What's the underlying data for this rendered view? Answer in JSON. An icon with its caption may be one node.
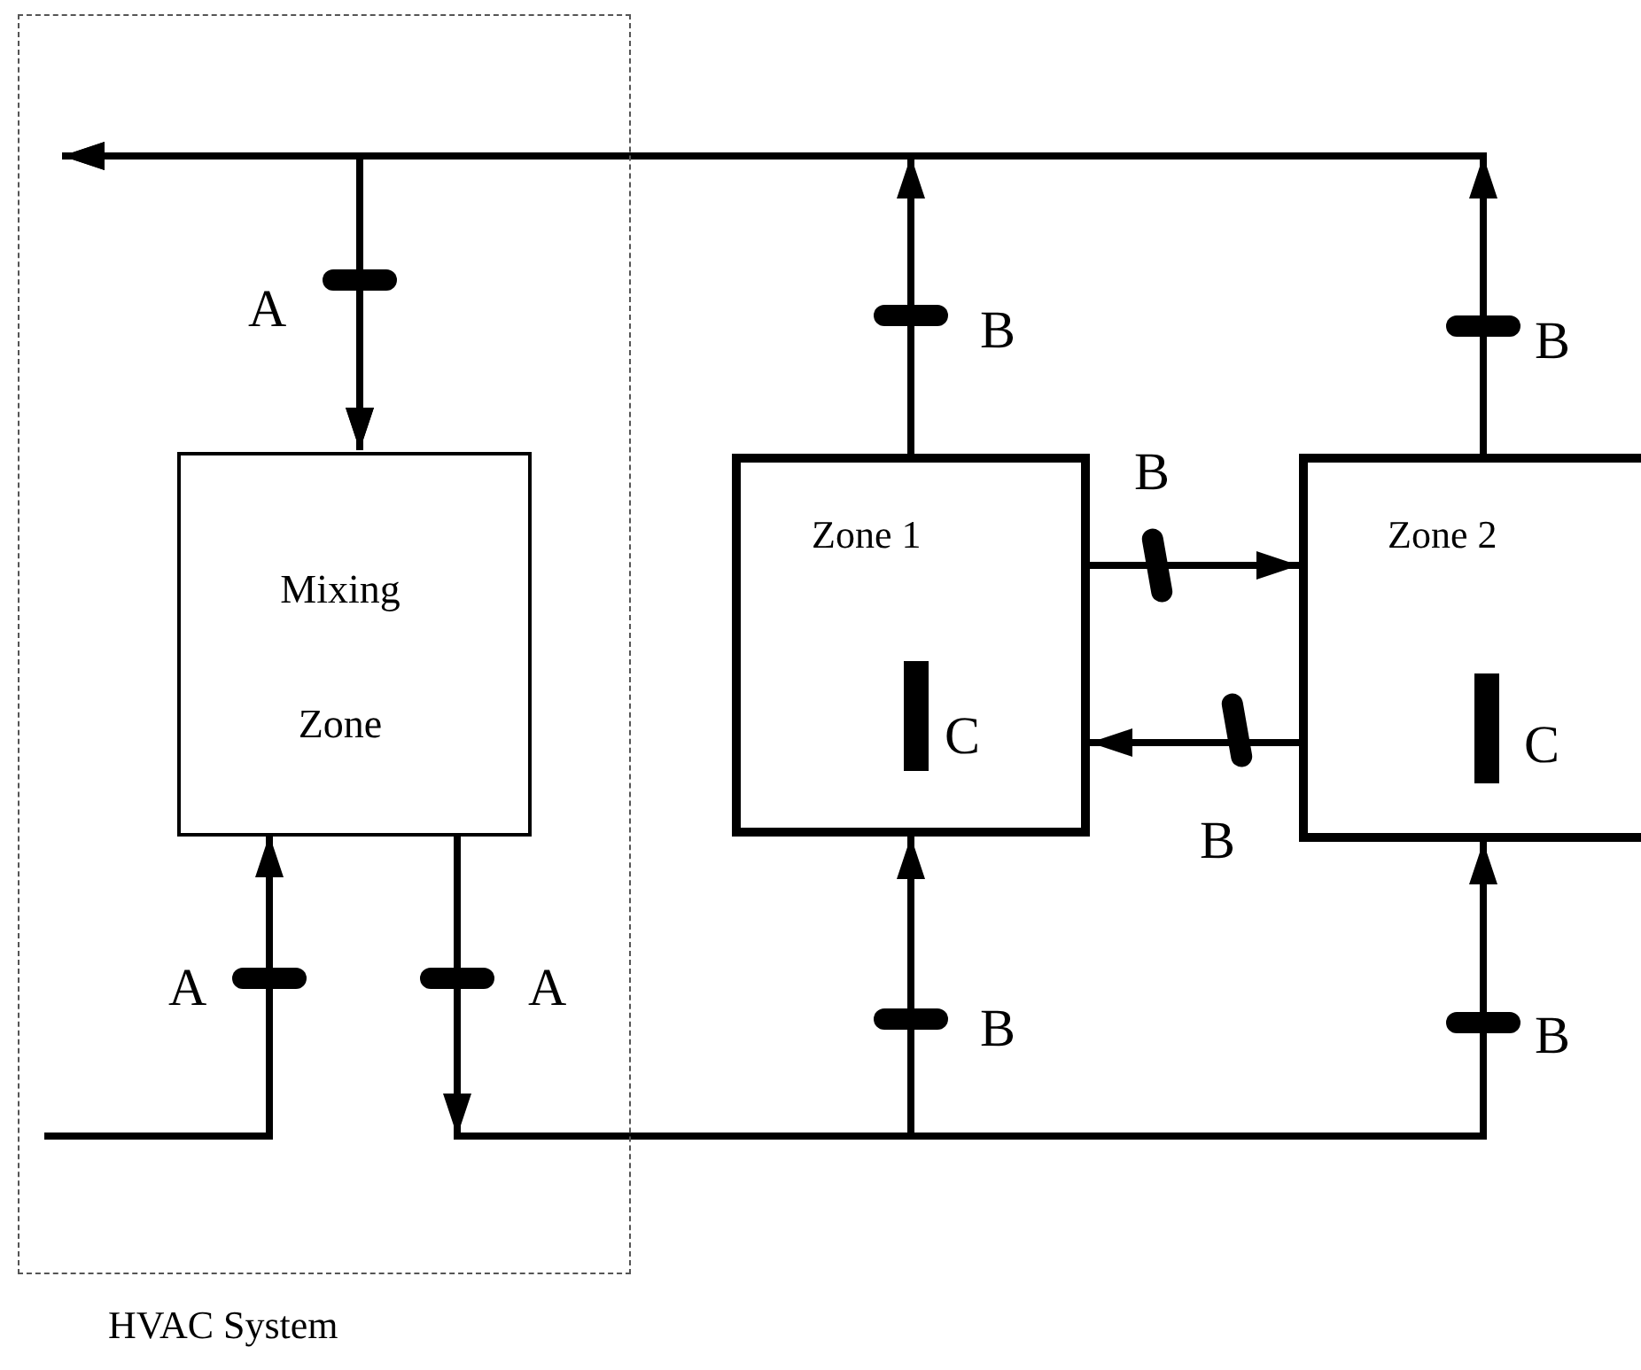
{
  "diagram": {
    "nodes": [
      {
        "text": [
          "HVAC System"
        ]
      },
      {
        "text": [
          "Mixing Zone"
        ],
        "in": 0
      },
      {
        "text": [
          "Zone 1",
          "C"
        ]
      },
      {
        "text": [
          "Zone 2",
          "C"
        ]
      }
    ],
    "edges": [
      {
        "from": 2,
        "to": 0,
        "arrow": "to"
      },
      {
        "from": 3,
        "to": 0,
        "arrow": "to"
      },
      {
        "from": 2,
        "to": 1,
        "arrow": "to"
      },
      {
        "from": 3,
        "to": 1,
        "arrow": "to"
      },
      {
        "from": null,
        "to": 1,
        "arrow": "to"
      },
      {
        "from": 1,
        "to": 2,
        "arrow": "to"
      },
      {
        "from": 1,
        "to": 3,
        "arrow": "to"
      },
      {
        "from": 2,
        "to": 3,
        "arrow": "to"
      },
      {
        "from": 3,
        "to": 2,
        "arrow": "to"
      }
    ],
    "labels": [
      "A",
      "B",
      "B",
      "B",
      "B",
      "A",
      "A",
      "B",
      "B"
    ]
  }
}
